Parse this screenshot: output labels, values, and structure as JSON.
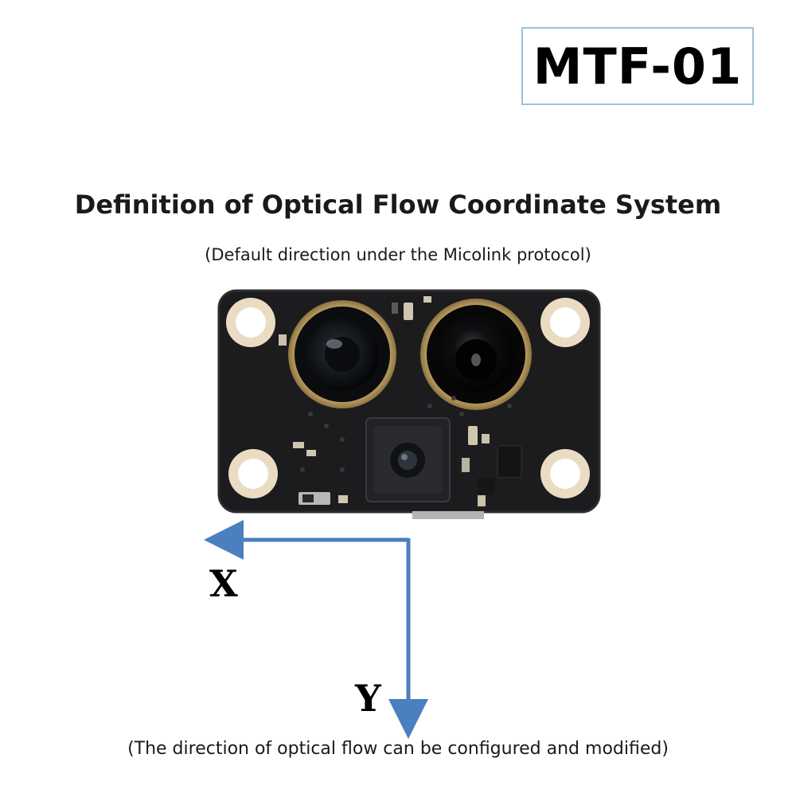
{
  "model": "MTF-01",
  "title": "Definition of Optical Flow Coordinate System",
  "subtitle": "(Default direction under the Micolink protocol)",
  "axes": {
    "x_label": "X",
    "y_label": "Y",
    "color": "#4a7fc0"
  },
  "footnote": "(The direction of optical flow can be configured and modified)",
  "colors": {
    "pcb": "#1c1c1e",
    "lens_ring": "#c9a86a",
    "border": "#9cc3dc"
  },
  "icons": {
    "board": "optical-flow-sensor-board-photo"
  }
}
